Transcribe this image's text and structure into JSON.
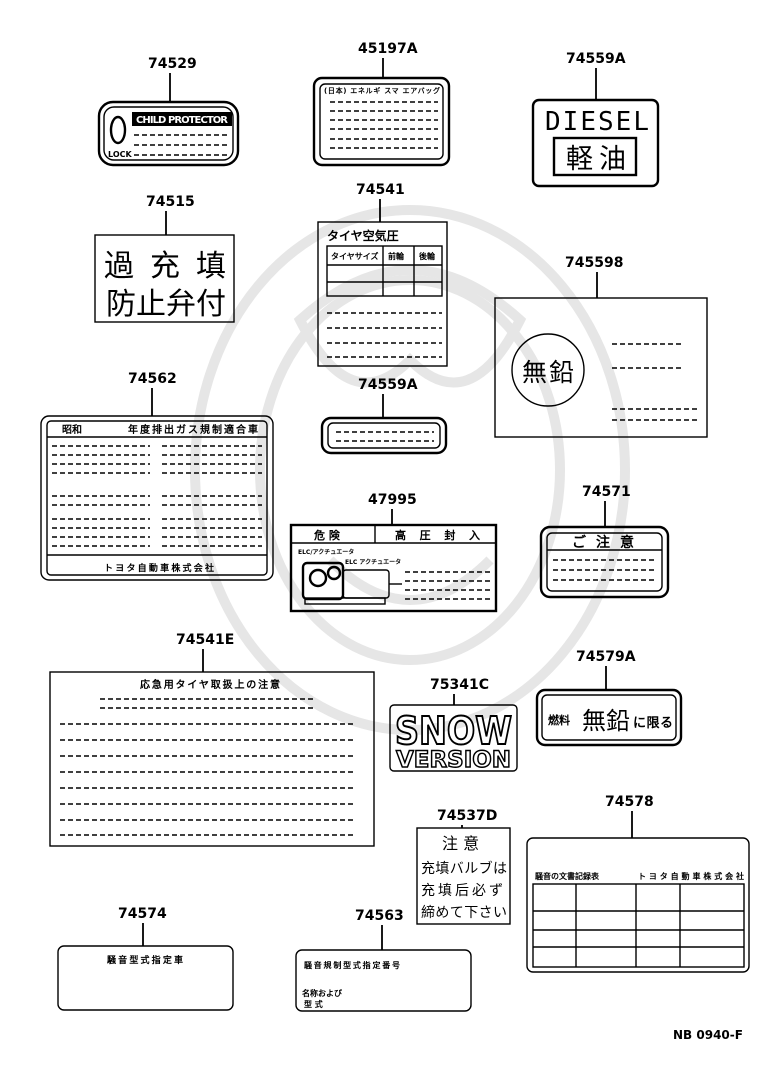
{
  "parts": [
    {
      "number": "74529",
      "texts": [
        "CHILD PROTECTOR",
        "LOCK"
      ]
    },
    {
      "number": "45197A",
      "texts": [
        "(日本) エネルギ スマ エアバッグ"
      ]
    },
    {
      "number": "74559A",
      "texts": [
        "DIESEL",
        "軽油"
      ]
    },
    {
      "number": "74515",
      "texts": [
        "過 充 填",
        "防止弁付"
      ]
    },
    {
      "number": "74541",
      "texts": [
        "タイヤ空気圧",
        "タイヤサイズ",
        "前輪",
        "後輪"
      ]
    },
    {
      "number": "745598",
      "texts": [
        "無鉛"
      ]
    },
    {
      "number": "74562",
      "texts": [
        "昭和",
        "年度排出ガス規制適合車",
        "トヨタ自動車株式会社"
      ]
    },
    {
      "number": "74559A",
      "texts": []
    },
    {
      "number": "47995",
      "texts": [
        "危 険",
        "高 圧 封 入",
        "ELC/アクチュエータ",
        "ELC アクチュエータ"
      ]
    },
    {
      "number": "74571",
      "texts": [
        "ご注意"
      ]
    },
    {
      "number": "74541E",
      "texts": [
        "応急用タイヤ取扱上の注意"
      ]
    },
    {
      "number": "75341C",
      "texts": [
        "SNOW",
        "VERSION"
      ]
    },
    {
      "number": "74579A",
      "texts": [
        "燃料",
        "無鉛",
        "に限る"
      ]
    },
    {
      "number": "74537D",
      "texts": [
        "注 意",
        "充填バルブは",
        "充填后必ず",
        "締めて下さい"
      ]
    },
    {
      "number": "74578",
      "texts": [
        "騒音の文書記録表",
        "トヨタ自動車株式会社"
      ]
    },
    {
      "number": "74574",
      "texts": [
        "騒音型式指定車"
      ]
    },
    {
      "number": "74563",
      "texts": [
        "騒音規制型式指定番号",
        "名称および",
        "型  式"
      ]
    }
  ],
  "diagram_code": "NB 0940-F"
}
